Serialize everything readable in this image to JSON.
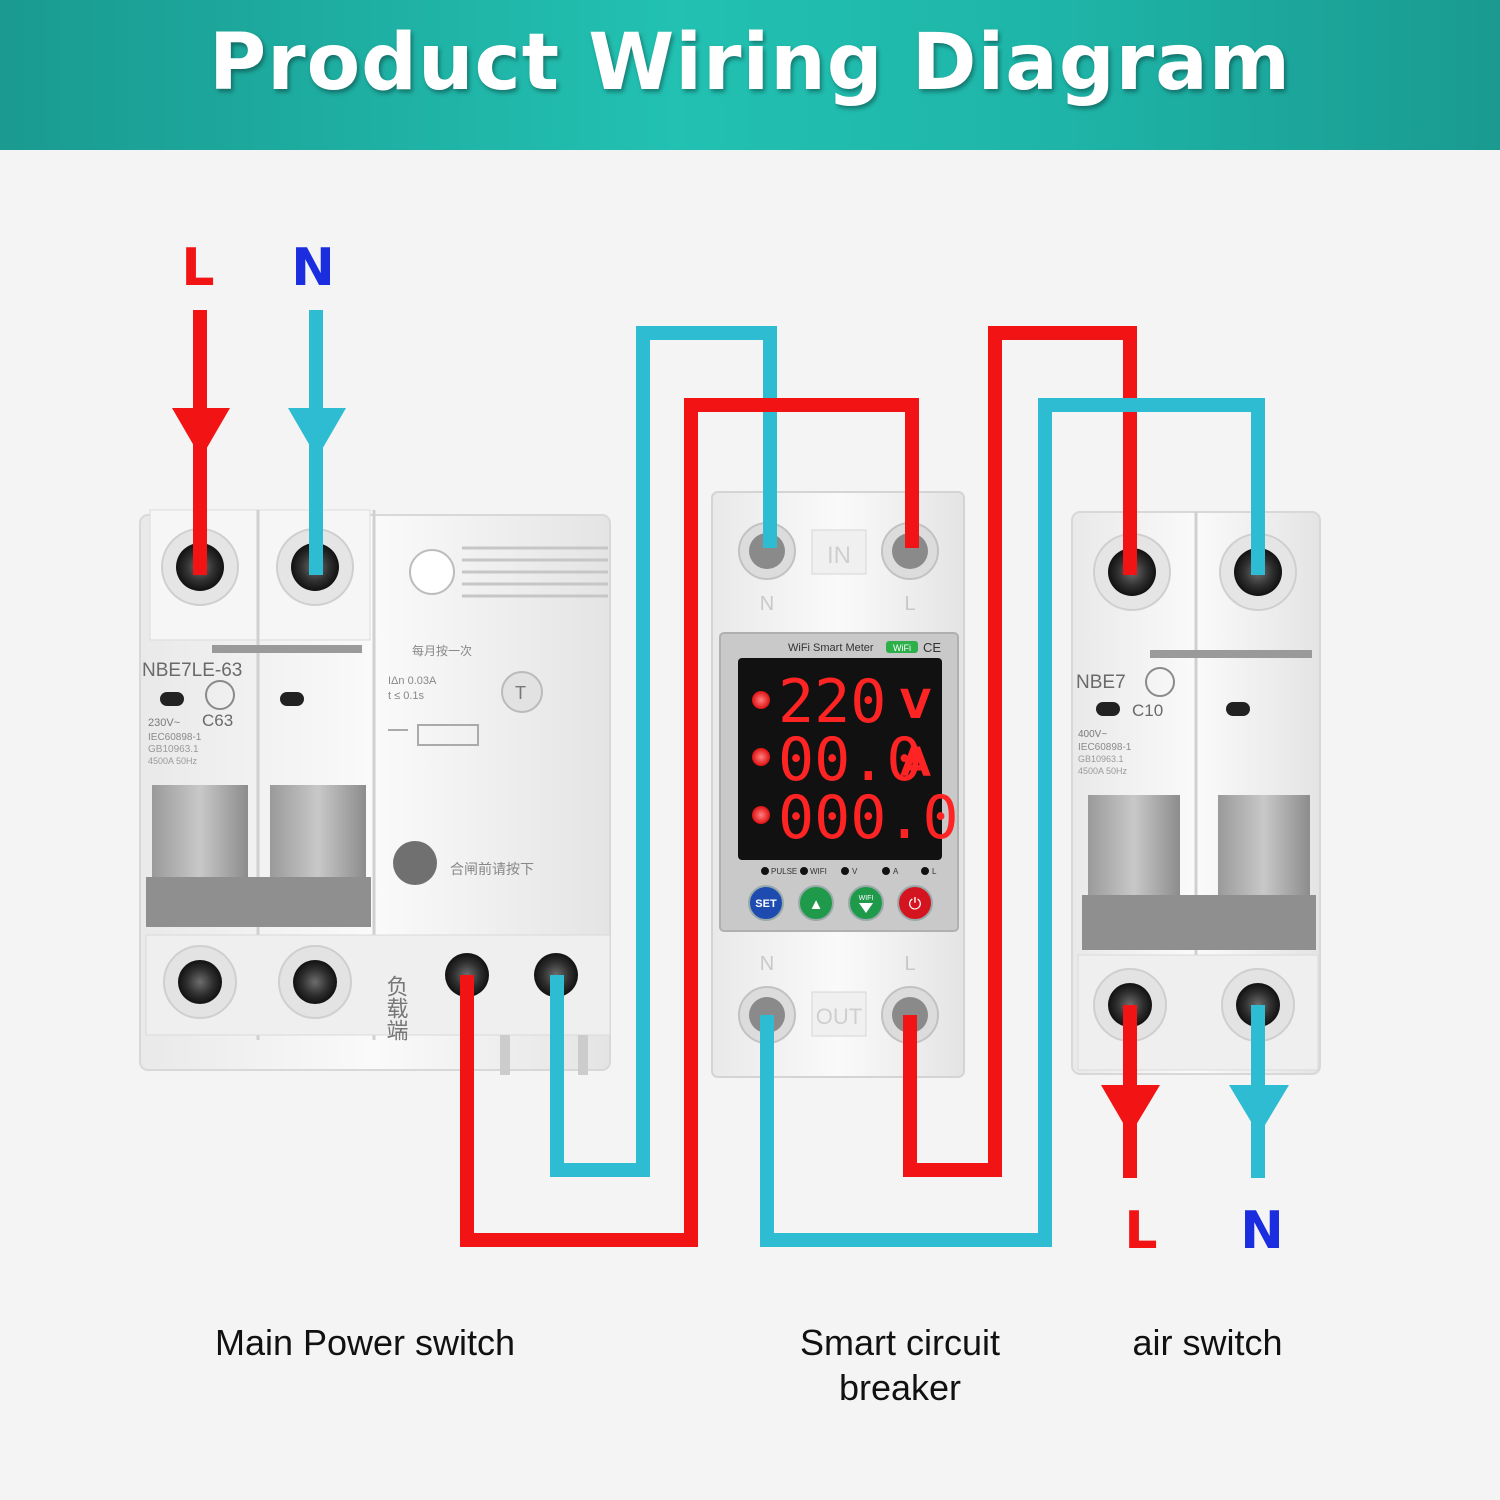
{
  "header": {
    "title": "Product Wiring Diagram"
  },
  "colors": {
    "live": "#f21414",
    "neutral": "#2ebcd2",
    "label_live": "#f21414",
    "label_neutral": "#1a2ee0",
    "banner": "#1eb5a8"
  },
  "input_labels": {
    "live": "L",
    "neutral": "N"
  },
  "output_labels": {
    "live": "L",
    "neutral": "N"
  },
  "main_switch": {
    "model": "NBE7LE-63",
    "rating": "C63",
    "voltage": "230V~",
    "standard1": "IEC60898-1",
    "standard2": "GB10963.1",
    "capacity": "4500A 50Hz",
    "leak_spec1": "IΔn 0.03A",
    "leak_spec2": "t ≤ 0.1s",
    "monthly_test": "每月按一次",
    "reset_note": "合闸前请按下",
    "load_side": "负载端",
    "test_button": "T"
  },
  "smart_breaker": {
    "brand": "WiFi Smart Meter",
    "wifi_badge": "WiFi",
    "ce_mark": "CE",
    "in_label": "IN",
    "out_label": "OUT",
    "n_label": "N",
    "l_label": "L",
    "display": {
      "voltage": "220",
      "voltage_unit": "V",
      "current": "00.0",
      "current_unit": "A",
      "power": "000.0"
    },
    "indicators": [
      "PULSE",
      "WIFI",
      "V",
      "A",
      "L"
    ],
    "buttons": {
      "set": "SET",
      "up": "▲",
      "wifi": "WIFI",
      "power": "⏻"
    }
  },
  "air_switch": {
    "model": "NBE7",
    "rating": "C10",
    "voltage": "400V~",
    "standard1": "IEC60898-1",
    "standard2": "GB10963.1",
    "capacity": "4500A 50Hz"
  },
  "captions": {
    "main": "Main Power switch",
    "smart_line1": "Smart circuit",
    "smart_line2": "breaker",
    "air": "air switch"
  }
}
